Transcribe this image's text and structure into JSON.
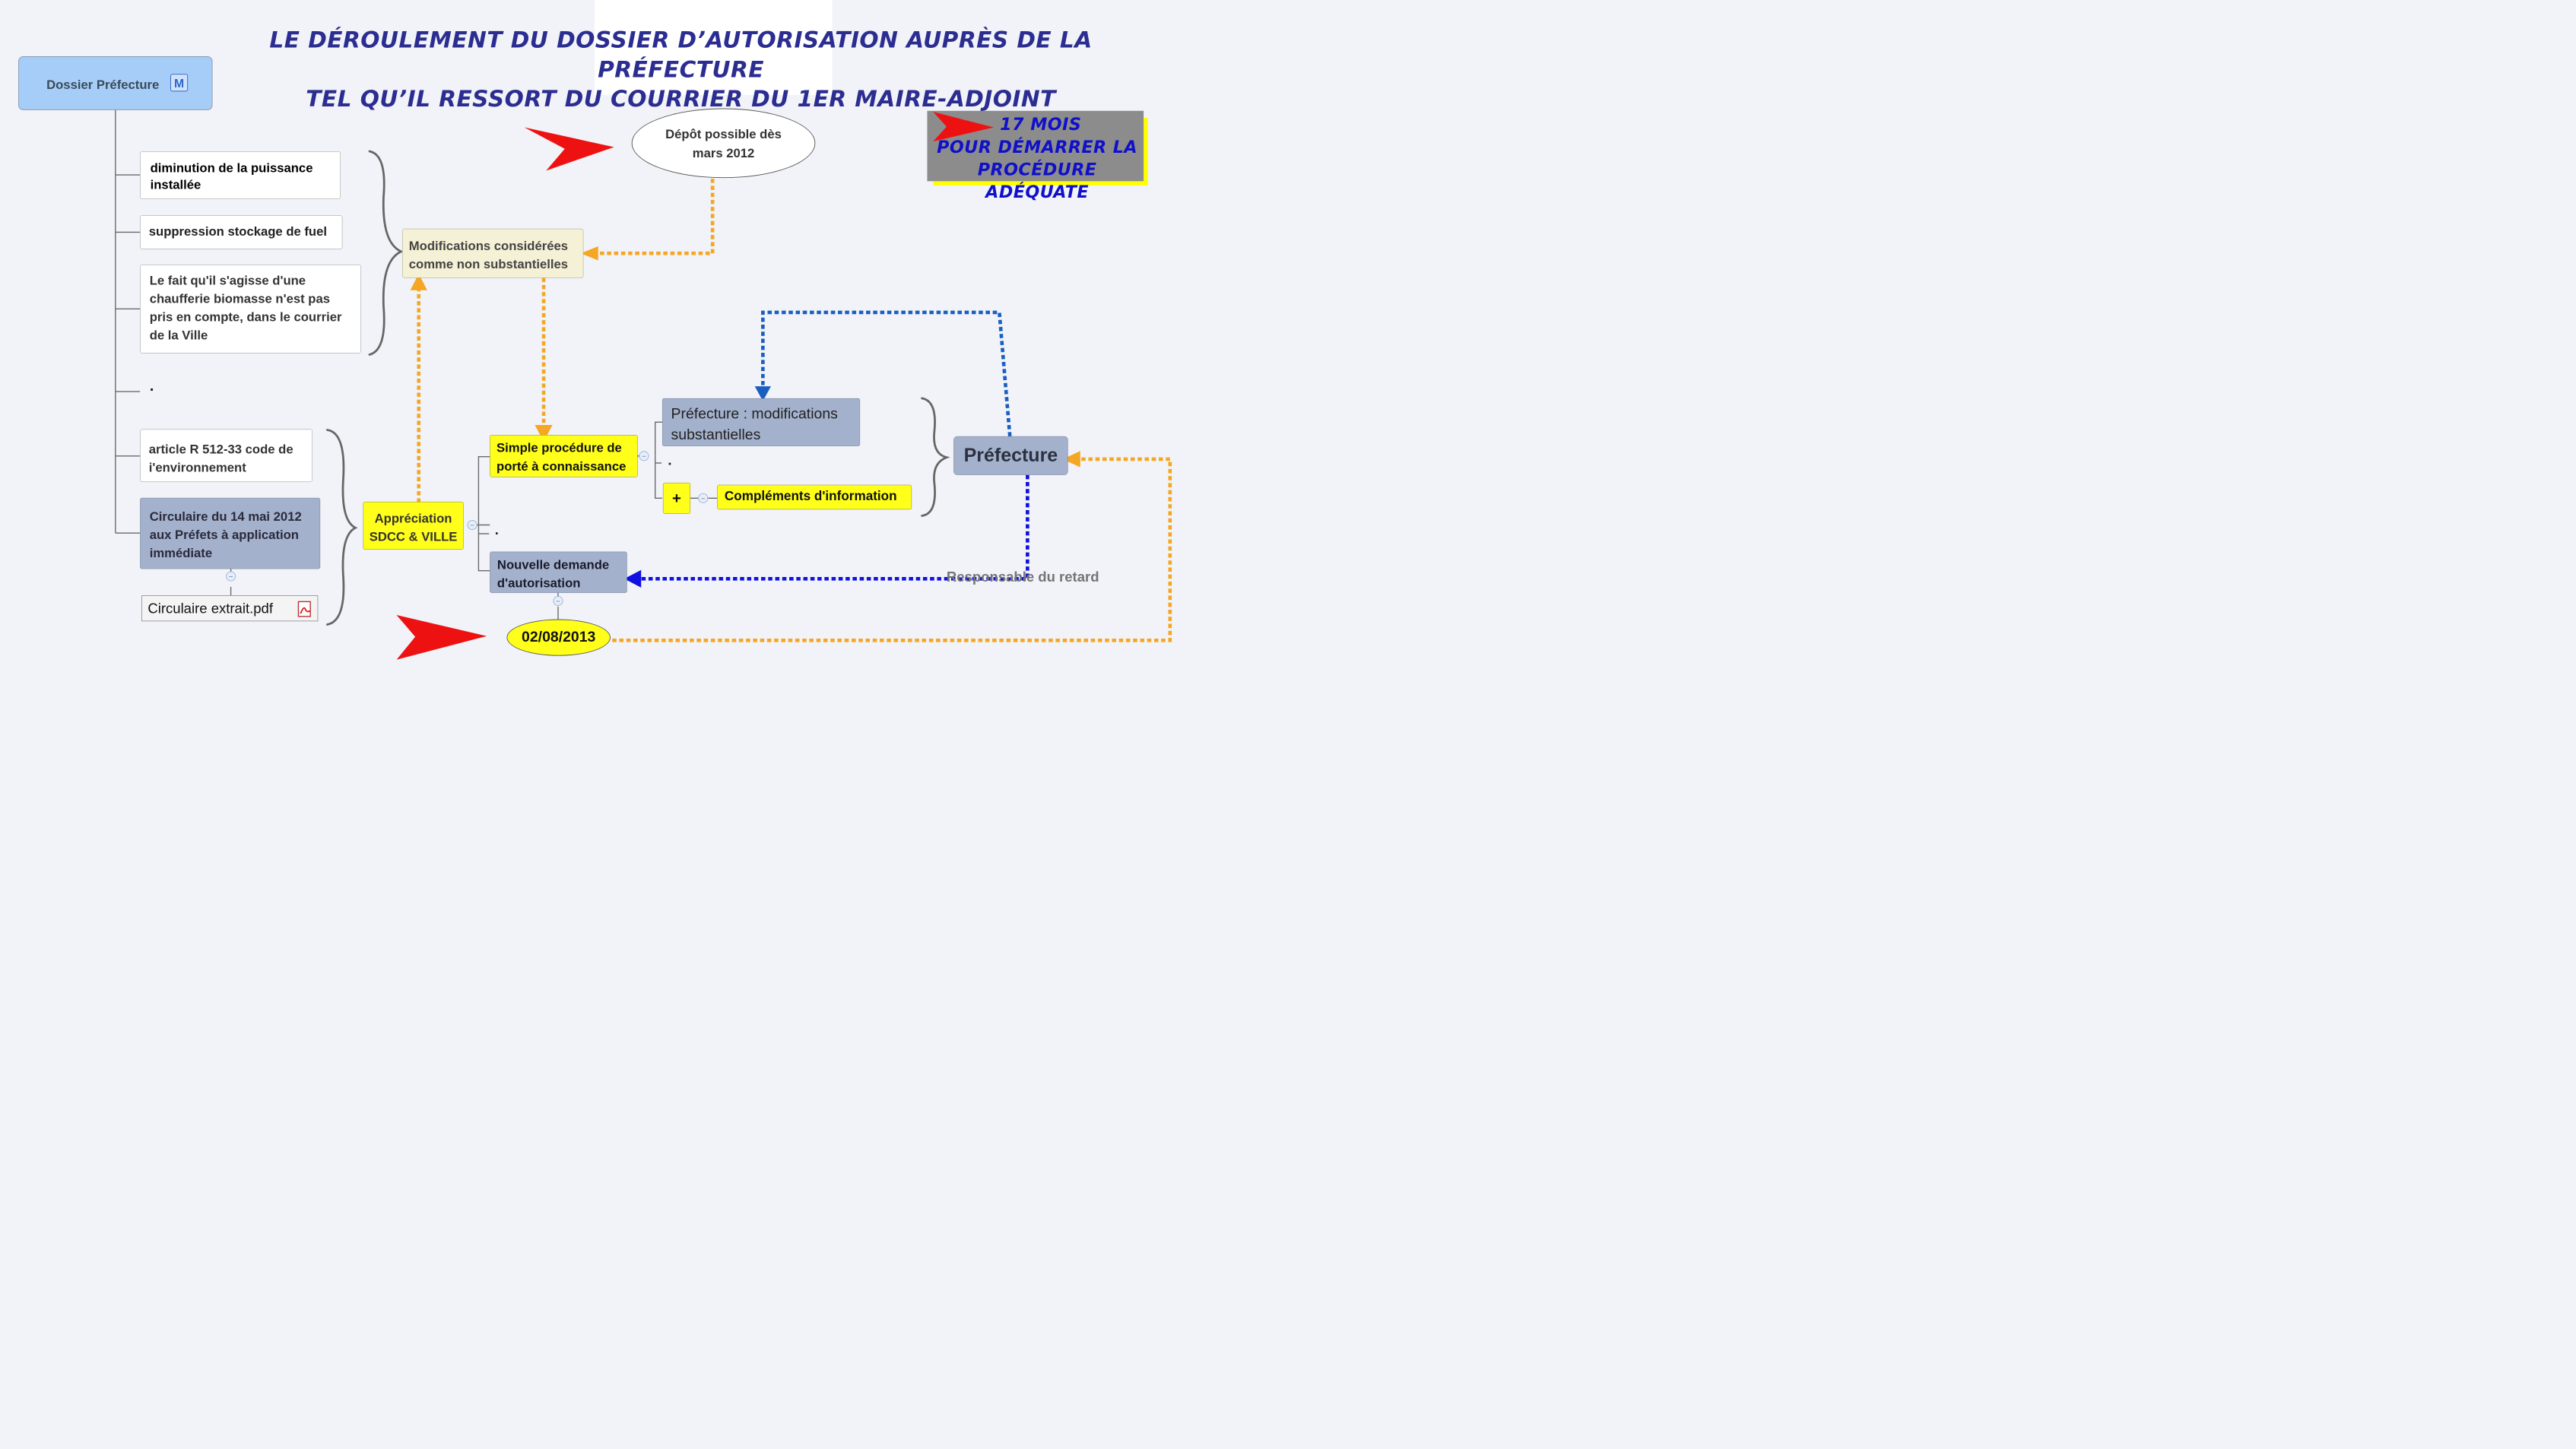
{
  "title": {
    "line1": "LE DÉROULEMENT DU DOSSIER D’AUTORISATION AUPRÈS DE LA PRÉFECTURE",
    "line2": "TEL QU’IL RESSORT DU COURRIER DU 1ER MAIRE-ADJOINT"
  },
  "root_node": {
    "label": "Dossier Préfecture",
    "badge": "M"
  },
  "branch_items": [
    "diminution de la puissance installée",
    "suppression stockage de fuel",
    "Le fait qu'il s'agisse d'une chaufferie biomasse n'est pas pris en compte, dans le courrier de la Ville",
    "."
  ],
  "legal_items": {
    "article": "article R 512-33 code de i'environnement",
    "circulaire": "Circulaire du 14 mai 2012 aux Préfets à application immédiate",
    "attachment": "Circulaire extrait.pdf"
  },
  "nodes": {
    "modifications": "Modifications considérées comme non substantielles",
    "depot": "Dépôt possible dès mars 2012",
    "appreciation": "Appréciation SDCC & VILLE",
    "simple_procedure": "Simple procédure de porté à connaissance",
    "nouvelle_demande": "Nouvelle demande d'autorisation",
    "date": "02/08/2013",
    "prefecture_modifs": "Préfecture : modifications substantielles",
    "dot_small": ".",
    "dot_small2": ".",
    "plus": "+",
    "complements": "Compléments d'information",
    "prefecture": "Préfecture",
    "responsable": "Responsable du retard"
  },
  "callout": {
    "line1": "17 MOIS",
    "line2": "POUR DÉMARRER LA",
    "line3": "PROCÉDURE ADÉQUATE"
  },
  "colors": {
    "title": "#2b2d91",
    "orange_link": "#f5a623",
    "blue_link": "#1a5fc0",
    "deep_blue_link": "#1010e0",
    "red_arrow": "#ee1111",
    "yellow_node": "#ffff1a",
    "slate_node": "#a3b1cc"
  }
}
